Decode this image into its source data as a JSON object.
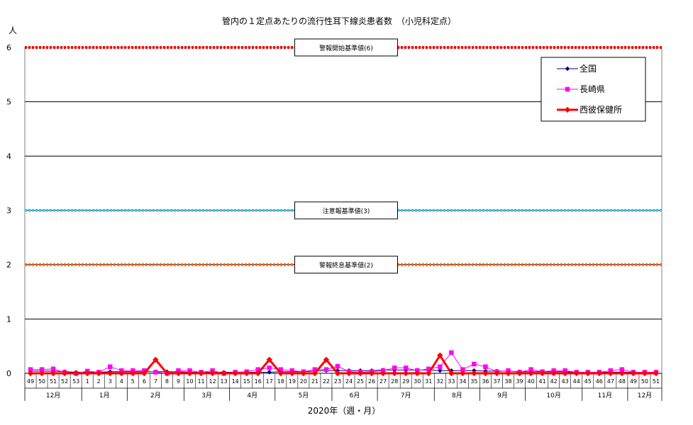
{
  "chart_data": {
    "type": "line",
    "title": "管内の１定点あたりの流行性耳下線炎患者数　（小児科定点）",
    "ylabel": "人",
    "xlabel": "2020年（週・月）",
    "ylim": [
      0,
      6
    ],
    "yticks": [
      "0",
      "1",
      "2",
      "3",
      "4",
      "5",
      "6"
    ],
    "weeks": [
      "49",
      "50",
      "51",
      "52",
      "53",
      "1",
      "2",
      "3",
      "4",
      "5",
      "6",
      "7",
      "8",
      "9",
      "10",
      "11",
      "12",
      "13",
      "14",
      "15",
      "16",
      "17",
      "18",
      "19",
      "20",
      "21",
      "22",
      "23",
      "24",
      "25",
      "26",
      "27",
      "28",
      "29",
      "30",
      "31",
      "32",
      "33",
      "34",
      "35",
      "36",
      "37",
      "38",
      "39",
      "40",
      "41",
      "42",
      "43",
      "44",
      "45",
      "46",
      "47",
      "48",
      "49",
      "50",
      "51"
    ],
    "months": [
      {
        "label": "12月",
        "start": 0,
        "end": 5
      },
      {
        "label": "1月",
        "start": 5,
        "end": 9
      },
      {
        "label": "2月",
        "start": 9,
        "end": 14
      },
      {
        "label": "3月",
        "start": 14,
        "end": 18
      },
      {
        "label": "4月",
        "start": 18,
        "end": 22
      },
      {
        "label": "5月",
        "start": 22,
        "end": 27
      },
      {
        "label": "6月",
        "start": 27,
        "end": 31
      },
      {
        "label": "7月",
        "start": 31,
        "end": 36
      },
      {
        "label": "8月",
        "start": 36,
        "end": 40
      },
      {
        "label": "9月",
        "start": 40,
        "end": 44
      },
      {
        "label": "10月",
        "start": 44,
        "end": 49
      },
      {
        "label": "11月",
        "start": 49,
        "end": 53
      },
      {
        "label": "12月",
        "start": 53,
        "end": 56
      }
    ],
    "series": [
      {
        "name": "全国",
        "color": "#000080",
        "marker": "diamond",
        "values": [
          0.04,
          0.04,
          0.04,
          0.03,
          0.02,
          0.02,
          0.02,
          0.03,
          0.03,
          0.03,
          0.03,
          0.03,
          0.03,
          0.03,
          0.02,
          0.02,
          0.02,
          0.02,
          0.02,
          0.02,
          0.02,
          0.02,
          0.03,
          0.03,
          0.03,
          0.04,
          0.05,
          0.05,
          0.05,
          0.05,
          0.05,
          0.06,
          0.06,
          0.06,
          0.06,
          0.06,
          0.05,
          0.05,
          0.05,
          0.05,
          0.04,
          0.04,
          0.04,
          0.03,
          0.03,
          0.03,
          0.03,
          0.03,
          0.02,
          0.02,
          0.02,
          0.02,
          0.02,
          0.02,
          0.02,
          0.02
        ]
      },
      {
        "name": "長崎県",
        "color": "#ff00ff",
        "marker": "square",
        "values": [
          0.07,
          0.07,
          0.08,
          0.02,
          0.0,
          0.04,
          0.02,
          0.12,
          0.05,
          0.05,
          0.05,
          0.02,
          0.0,
          0.05,
          0.05,
          0.02,
          0.05,
          0.0,
          0.02,
          0.03,
          0.07,
          0.1,
          0.07,
          0.05,
          0.03,
          0.07,
          0.07,
          0.13,
          0.03,
          0.02,
          0.03,
          0.05,
          0.1,
          0.1,
          0.05,
          0.08,
          0.12,
          0.38,
          0.07,
          0.17,
          0.12,
          0.03,
          0.05,
          0.02,
          0.07,
          0.03,
          0.05,
          0.05,
          0.02,
          0.02,
          0.02,
          0.05,
          0.07,
          0.02,
          0.02,
          0.02
        ]
      },
      {
        "name": "西彼保健所",
        "color": "#ff0000",
        "marker": "diamond",
        "values": [
          0,
          0,
          0,
          0,
          0,
          0,
          0,
          0,
          0,
          0,
          0,
          0.25,
          0,
          0,
          0,
          0,
          0,
          0,
          0,
          0,
          0,
          0.25,
          0,
          0,
          0,
          0,
          0.25,
          0,
          0,
          0,
          0,
          0,
          0,
          0,
          0,
          0,
          0.33,
          0,
          0,
          0,
          0,
          0,
          0,
          0,
          0,
          0,
          0,
          0,
          0,
          0,
          0,
          0,
          0,
          0,
          0,
          0
        ]
      }
    ],
    "reference_lines": [
      {
        "label": "警報開始基準値(6)",
        "value": 6,
        "color": "#ff0000"
      },
      {
        "label": "注意報基準値(3)",
        "value": 3,
        "color": "#33ccff"
      },
      {
        "label": "警報終息基準値(2)",
        "value": 2,
        "color": "#ff6600"
      }
    ],
    "legend_position": "top-right",
    "grid": true
  }
}
